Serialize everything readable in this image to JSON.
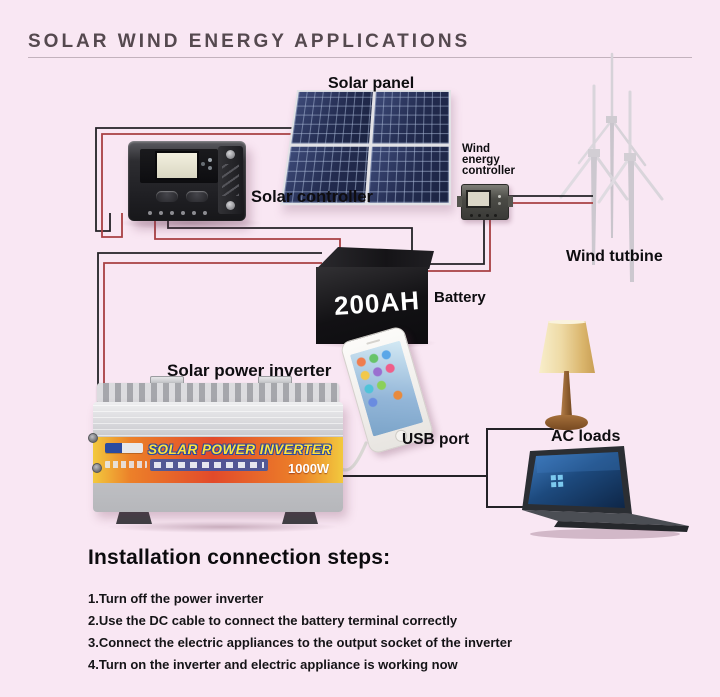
{
  "page": {
    "title": "SOLAR WIND ENERGY APPLICATIONS"
  },
  "diagram": {
    "solar_panel_label": "Solar panel",
    "solar_controller_label": "Solar controller",
    "wind_controller_label_lines": [
      "Wind",
      "energy",
      "controller"
    ],
    "wind_turbine_label": "Wind tutbine",
    "battery_label": "Battery",
    "battery_capacity": "200AH",
    "inverter_label": "Solar power inverter",
    "inverter_band_title": "SOLAR POWER INVERTER",
    "inverter_power": "1000W",
    "usb_port_label": "USB port",
    "ac_loads_label": "AC loads"
  },
  "steps": {
    "heading": "Installation connection steps:",
    "items": [
      "1.Turn off the power inverter",
      "2.Use the DC cable to connect the battery terminal correctly",
      "3.Connect the electric appliances to the output socket of the inverter",
      "4.Turn on the inverter and electric appliance is working now"
    ]
  },
  "colors": {
    "background": "#f9e7f3",
    "wire_red": "#a84043",
    "wire_black": "#232226",
    "title_text": "#55494f",
    "inverter_band_orange": "#e24a2a",
    "battery_black": "#121114"
  }
}
